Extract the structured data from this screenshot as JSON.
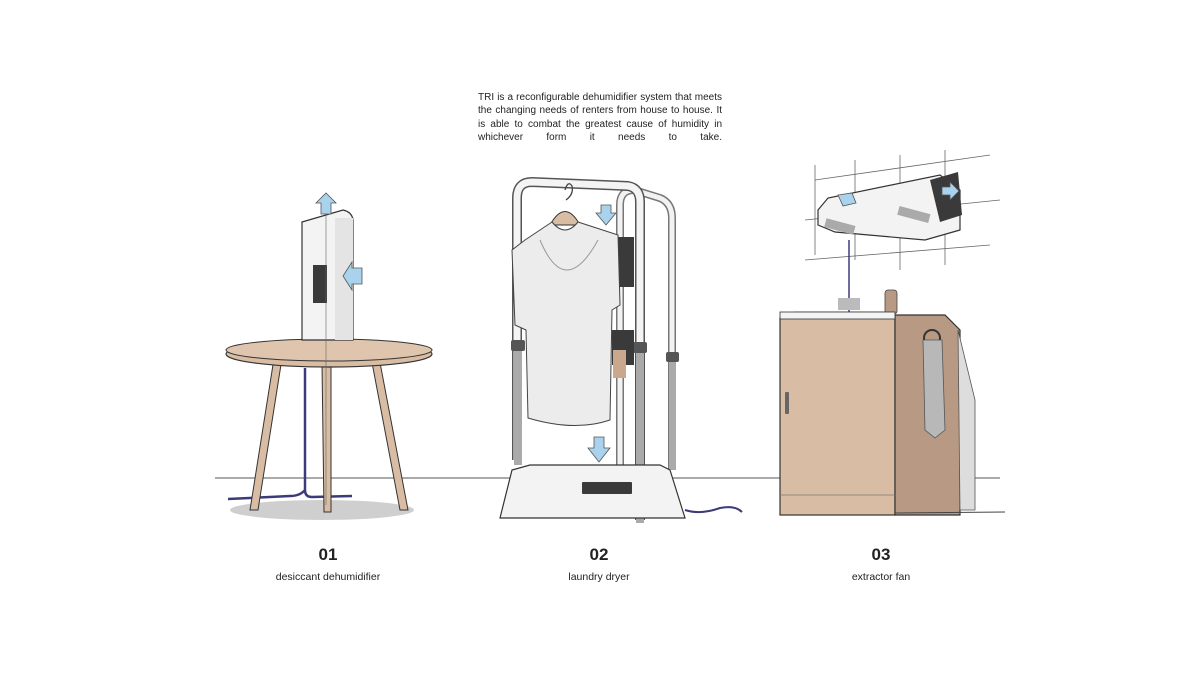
{
  "intro": {
    "text": "TRI is a reconfigurable dehumidifier system that meets the changing needs of renters from house to house. It is able to combat the greatest cause of humidity in whichever form it needs to take."
  },
  "configurations": [
    {
      "number": "01",
      "label": "desiccant dehumidifier"
    },
    {
      "number": "02",
      "label": "laundry dryer"
    },
    {
      "number": "03",
      "label": "extractor fan"
    }
  ],
  "colors": {
    "wood": "#d9bca4",
    "wood_dark": "#b89a84",
    "airflow": "#a9d3ec",
    "device": "#f2f2f2",
    "panel": "#3a3a3a",
    "cable": "#3d3a7a",
    "shadow": "#cfcfcf",
    "metal": "#bdbdbd"
  }
}
